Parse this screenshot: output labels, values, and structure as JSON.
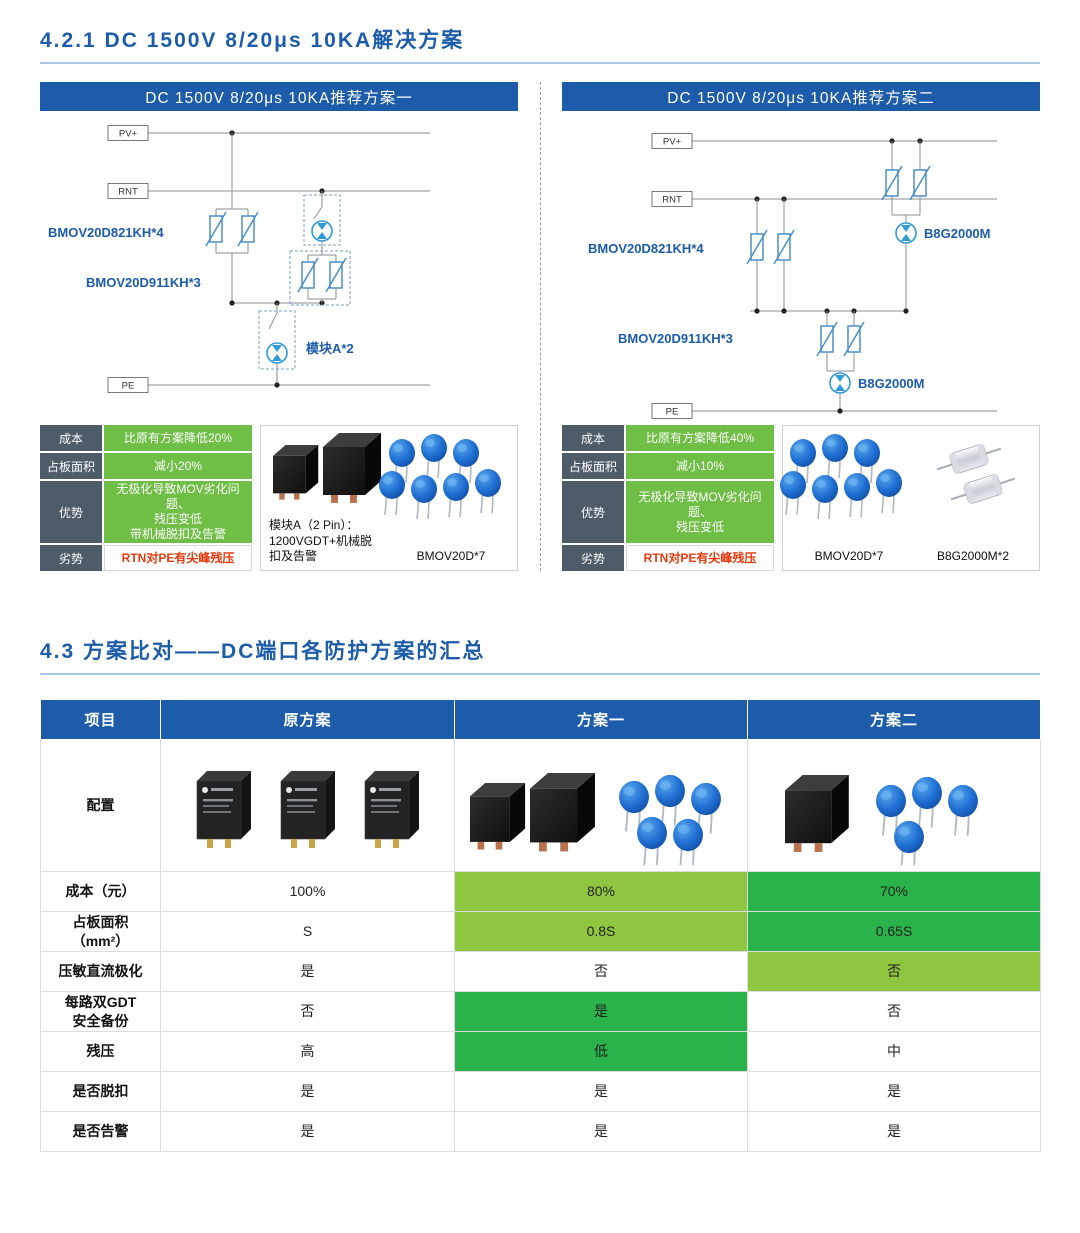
{
  "colors": {
    "primary_blue": "#1d5caa",
    "light_green": "#8ec63f",
    "dark_green": "#2bb34b",
    "spec_green": "#6fbe45",
    "spec_label_bg": "#4e5b69",
    "bad_red": "#e8380d"
  },
  "sections": {
    "s1_title": "4.2.1  DC 1500V 8/20μs 10KA解决方案",
    "s2_title": "4.3  方案比对——DC端口各防护方案的汇总"
  },
  "bus_labels": {
    "pv": "PV+",
    "rnt": "RNT",
    "pe": "PE"
  },
  "panel_left": {
    "title": "DC 1500V 8/20μs 10KA推荐方案一",
    "labels": {
      "mov_top": "BMOV20D821KH*4",
      "mov_mid": "BMOV20D911KH*3",
      "module": "模块A*2"
    },
    "specs": [
      {
        "label": "成本",
        "value": "比原有方案降低20%"
      },
      {
        "label": "占板面积",
        "value": "减小20%"
      },
      {
        "label": "优势",
        "value": "无极化导致MOV劣化问题、\n残压变低\n带机械脱扣及告警"
      },
      {
        "label": "劣势",
        "value": "RTN对PE有尖峰残压"
      }
    ],
    "product1_caption": "模块A（2 Pin）：\n1200VGDT+机械脱\n扣及告警",
    "product2_caption": "BMOV20D*7"
  },
  "panel_right": {
    "title": "DC 1500V 8/20μs 10KA推荐方案二",
    "labels": {
      "mov_top": "BMOV20D821KH*4",
      "mov_mid": "BMOV20D911KH*3",
      "gdt1": "B8G2000M",
      "gdt2": "B8G2000M"
    },
    "specs": [
      {
        "label": "成本",
        "value": "比原有方案降低40%"
      },
      {
        "label": "占板面积",
        "value": "减小10%"
      },
      {
        "label": "优势",
        "value": "无极化导致MOV劣化问题、\n残压变低"
      },
      {
        "label": "劣势",
        "value": "RTN对PE有尖峰残压"
      }
    ],
    "product1_caption": "BMOV20D*7",
    "product2_caption": "B8G2000M*2"
  },
  "comparison": {
    "headers": [
      "项目",
      "原方案",
      "方案一",
      "方案二"
    ],
    "rows": [
      {
        "label": "配置",
        "values": [
          "",
          "",
          ""
        ]
      },
      {
        "label": "成本（元）",
        "values": [
          "100%",
          "80%",
          "70%"
        ]
      },
      {
        "label": "占板面积\n（mm²）",
        "values": [
          "S",
          "0.8S",
          "0.65S"
        ]
      },
      {
        "label": "压敏直流极化",
        "values": [
          "是",
          "否",
          "否"
        ]
      },
      {
        "label": "每路双GDT\n安全备份",
        "values": [
          "否",
          "是",
          "否"
        ]
      },
      {
        "label": "残压",
        "values": [
          "高",
          "低",
          "中"
        ]
      },
      {
        "label": "是否脱扣",
        "values": [
          "是",
          "是",
          "是"
        ]
      },
      {
        "label": "是否告警",
        "values": [
          "是",
          "是",
          "是"
        ]
      }
    ]
  }
}
